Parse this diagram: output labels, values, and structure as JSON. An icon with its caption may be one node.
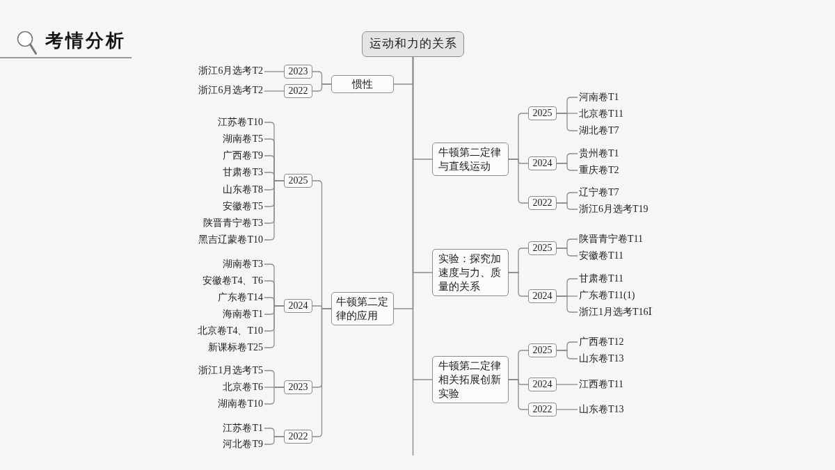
{
  "diagram": {
    "title": "考情分析",
    "nodes": [
      {
        "text": [
          "运动和力的关系"
        ]
      },
      {
        "text": [
          "惯性"
        ]
      },
      {
        "text": [
          "2023"
        ]
      },
      {
        "text": [
          "浙江6月选考T2"
        ]
      },
      {
        "text": [
          "2022"
        ]
      },
      {
        "text": [
          "浙江6月选考T2"
        ]
      },
      {
        "text": [
          "牛顿第二定律的应用"
        ]
      },
      {
        "text": [
          "2025"
        ]
      },
      {
        "text": [
          "江苏卷T10"
        ]
      },
      {
        "text": [
          "湖南卷T5"
        ]
      },
      {
        "text": [
          "广西卷T9"
        ]
      },
      {
        "text": [
          "甘肃卷T3"
        ]
      },
      {
        "text": [
          "山东卷T8"
        ]
      },
      {
        "text": [
          "安徽卷T5"
        ]
      },
      {
        "text": [
          "陕晋青宁卷T3"
        ]
      },
      {
        "text": [
          "黑吉辽蒙卷T10"
        ]
      },
      {
        "text": [
          "2024"
        ]
      },
      {
        "text": [
          "湖南卷T3"
        ]
      },
      {
        "text": [
          "安徽卷T4、T6"
        ]
      },
      {
        "text": [
          "广东卷T14"
        ]
      },
      {
        "text": [
          "海南卷T1"
        ]
      },
      {
        "text": [
          "北京卷T4、T10"
        ]
      },
      {
        "text": [
          "新课标卷T25"
        ]
      },
      {
        "text": [
          "2023"
        ]
      },
      {
        "text": [
          "浙江1月选考T5"
        ]
      },
      {
        "text": [
          "北京卷T6"
        ]
      },
      {
        "text": [
          "湖南卷T10"
        ]
      },
      {
        "text": [
          "2022"
        ]
      },
      {
        "text": [
          "江苏卷T1"
        ]
      },
      {
        "text": [
          "河北卷T9"
        ]
      },
      {
        "text": [
          "牛顿第二定律与直线运动"
        ]
      },
      {
        "text": [
          "2025"
        ]
      },
      {
        "text": [
          "河南卷T1"
        ]
      },
      {
        "text": [
          "北京卷T11"
        ]
      },
      {
        "text": [
          "湖北卷T7"
        ]
      },
      {
        "text": [
          "2024"
        ]
      },
      {
        "text": [
          "贵州卷T1"
        ]
      },
      {
        "text": [
          "重庆卷T2"
        ]
      },
      {
        "text": [
          "2022"
        ]
      },
      {
        "text": [
          "辽宁卷T7"
        ]
      },
      {
        "text": [
          "浙江6月选考T19"
        ]
      },
      {
        "text": [
          "实验：探究加速度与力、质量的关系"
        ]
      },
      {
        "text": [
          "2025"
        ]
      },
      {
        "text": [
          "陕晋青宁卷T11"
        ]
      },
      {
        "text": [
          "安徽卷T11"
        ]
      },
      {
        "text": [
          "2024"
        ]
      },
      {
        "text": [
          "甘肃卷T11"
        ]
      },
      {
        "text": [
          "广东卷T11(1)"
        ]
      },
      {
        "text": [
          "浙江1月选考T16Ⅰ"
        ]
      },
      {
        "text": [
          "牛顿第二定律相关拓展创新实验"
        ]
      },
      {
        "text": [
          "2025"
        ]
      },
      {
        "text": [
          "广西卷T12"
        ]
      },
      {
        "text": [
          "山东卷T13"
        ]
      },
      {
        "text": [
          "2024"
        ]
      },
      {
        "text": [
          "江西卷T11"
        ]
      },
      {
        "text": [
          "2022"
        ]
      },
      {
        "text": [
          "山东卷T13"
        ]
      }
    ],
    "edges": [
      {
        "from": 0,
        "to": 1,
        "arrow": "none"
      },
      {
        "from": 0,
        "to": 6,
        "arrow": "none"
      },
      {
        "from": 0,
        "to": 30,
        "arrow": "none"
      },
      {
        "from": 0,
        "to": 41,
        "arrow": "none"
      },
      {
        "from": 0,
        "to": 49,
        "arrow": "none"
      },
      {
        "from": 1,
        "to": 2,
        "arrow": "none"
      },
      {
        "from": 1,
        "to": 4,
        "arrow": "none"
      },
      {
        "from": 2,
        "to": 3,
        "arrow": "none"
      },
      {
        "from": 4,
        "to": 5,
        "arrow": "none"
      },
      {
        "from": 6,
        "to": 7,
        "arrow": "none"
      },
      {
        "from": 6,
        "to": 16,
        "arrow": "none"
      },
      {
        "from": 6,
        "to": 23,
        "arrow": "none"
      },
      {
        "from": 6,
        "to": 27,
        "arrow": "none"
      },
      {
        "from": 7,
        "to": 8,
        "arrow": "none"
      },
      {
        "from": 7,
        "to": 9,
        "arrow": "none"
      },
      {
        "from": 7,
        "to": 10,
        "arrow": "none"
      },
      {
        "from": 7,
        "to": 11,
        "arrow": "none"
      },
      {
        "from": 7,
        "to": 12,
        "arrow": "none"
      },
      {
        "from": 7,
        "to": 13,
        "arrow": "none"
      },
      {
        "from": 7,
        "to": 14,
        "arrow": "none"
      },
      {
        "from": 7,
        "to": 15,
        "arrow": "none"
      },
      {
        "from": 16,
        "to": 17,
        "arrow": "none"
      },
      {
        "from": 16,
        "to": 18,
        "arrow": "none"
      },
      {
        "from": 16,
        "to": 19,
        "arrow": "none"
      },
      {
        "from": 16,
        "to": 20,
        "arrow": "none"
      },
      {
        "from": 16,
        "to": 21,
        "arrow": "none"
      },
      {
        "from": 16,
        "to": 22,
        "arrow": "none"
      },
      {
        "from": 23,
        "to": 24,
        "arrow": "none"
      },
      {
        "from": 23,
        "to": 25,
        "arrow": "none"
      },
      {
        "from": 23,
        "to": 26,
        "arrow": "none"
      },
      {
        "from": 27,
        "to": 28,
        "arrow": "none"
      },
      {
        "from": 27,
        "to": 29,
        "arrow": "none"
      },
      {
        "from": 30,
        "to": 31,
        "arrow": "none"
      },
      {
        "from": 30,
        "to": 35,
        "arrow": "none"
      },
      {
        "from": 30,
        "to": 38,
        "arrow": "none"
      },
      {
        "from": 31,
        "to": 32,
        "arrow": "none"
      },
      {
        "from": 31,
        "to": 33,
        "arrow": "none"
      },
      {
        "from": 31,
        "to": 34,
        "arrow": "none"
      },
      {
        "from": 35,
        "to": 36,
        "arrow": "none"
      },
      {
        "from": 35,
        "to": 37,
        "arrow": "none"
      },
      {
        "from": 38,
        "to": 39,
        "arrow": "none"
      },
      {
        "from": 38,
        "to": 40,
        "arrow": "none"
      },
      {
        "from": 41,
        "to": 42,
        "arrow": "none"
      },
      {
        "from": 41,
        "to": 45,
        "arrow": "none"
      },
      {
        "from": 42,
        "to": 43,
        "arrow": "none"
      },
      {
        "from": 42,
        "to": 44,
        "arrow": "none"
      },
      {
        "from": 45,
        "to": 46,
        "arrow": "none"
      },
      {
        "from": 45,
        "to": 47,
        "arrow": "none"
      },
      {
        "from": 45,
        "to": 48,
        "arrow": "none"
      },
      {
        "from": 49,
        "to": 50,
        "arrow": "none"
      },
      {
        "from": 49,
        "to": 53,
        "arrow": "none"
      },
      {
        "from": 49,
        "to": 55,
        "arrow": "none"
      },
      {
        "from": 50,
        "to": 51,
        "arrow": "none"
      },
      {
        "from": 50,
        "to": 52,
        "arrow": "none"
      },
      {
        "from": 53,
        "to": 54,
        "arrow": "none"
      },
      {
        "from": 55,
        "to": 56,
        "arrow": "none"
      }
    ]
  }
}
